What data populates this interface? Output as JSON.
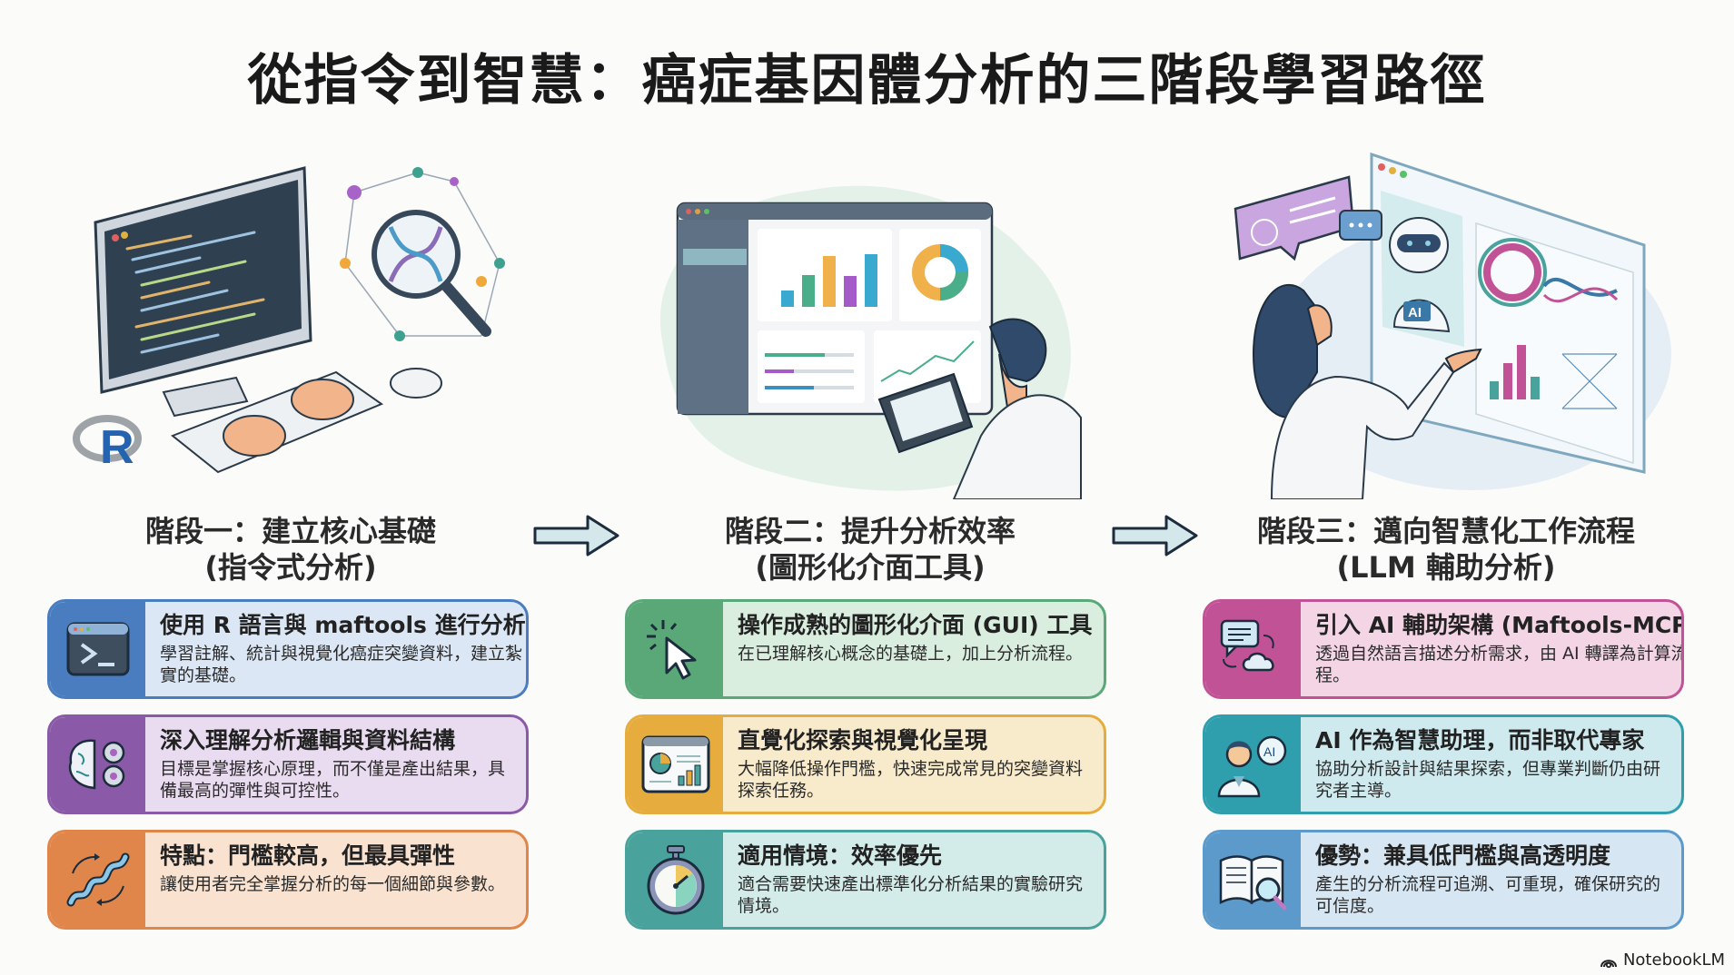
{
  "title": "從指令到智慧：癌症基因體分析的三階段學習路徑",
  "stages": [
    {
      "heading_line1": "階段一：建立核心基礎",
      "heading_line2": "(指令式分析)",
      "illustration_text": "R",
      "cards": [
        {
          "icon": "terminal-icon",
          "title": "使用 R 語言與 maftools 進行分析",
          "desc": "學習註解、統計與視覺化癌症突變資料，建立紮實的基礎。",
          "accent": "#4a7cc0",
          "bg": "#dbe7f4"
        },
        {
          "icon": "brain-gears-icon",
          "title": "深入理解分析邏輯與資料結構",
          "desc": "目標是掌握核心原理，而不僅是產出結果，具備最高的彈性與可控性。",
          "accent": "#8a5aa8",
          "bg": "#eadcf0"
        },
        {
          "icon": "dna-cycle-icon",
          "title": "特點：門檻較高，但最具彈性",
          "desc": "讓使用者完全掌握分析的每一個細節與參數。",
          "accent": "#e0864a",
          "bg": "#f9e3d0"
        }
      ]
    },
    {
      "heading_line1": "階段二：提升分析效率",
      "heading_line2": "(圖形化介面工具)",
      "cards": [
        {
          "icon": "cursor-click-icon",
          "title": "操作成熟的圖形化介面 (GUI) 工具",
          "desc": "在已理解核心概念的基礎上，加上分析流程。",
          "accent": "#5aa878",
          "bg": "#d9eedf"
        },
        {
          "icon": "dashboard-icon",
          "title": "直覺化探索與視覺化呈現",
          "desc": "大幅降低操作門檻，快速完成常見的突變資料探索任務。",
          "accent": "#e6ad3e",
          "bg": "#f8ebcc"
        },
        {
          "icon": "stopwatch-icon",
          "title": "適用情境：效率優先",
          "desc": "適合需要快速產出標準化分析結果的實驗研究情境。",
          "accent": "#4aa29c",
          "bg": "#d3ece9"
        }
      ]
    },
    {
      "heading_line1": "階段三：邁向智慧化工作流程",
      "heading_line2": "(LLM 輔助分析)",
      "illustration_text": "AI",
      "cards": [
        {
          "icon": "chat-cloud-icon",
          "title": "引入 AI 輔助架構 (Maftools-MCP)",
          "desc": "透過自然語言描述分析需求，由 AI 轉譯為計算流程。",
          "accent": "#c25296",
          "bg": "#f3d5e6"
        },
        {
          "icon": "doctor-ai-icon",
          "title": "AI 作為智慧助理，而非取代專家",
          "desc": "協助分析設計與結果探索，但專業判斷仍由研究者主導。",
          "accent": "#2f9fae",
          "bg": "#cfeaee"
        },
        {
          "icon": "book-magnifier-icon",
          "title": "優勢：兼具低門檻與高透明度",
          "desc": "產生的分析流程可追溯、可重現，確保研究的可信度。",
          "accent": "#5b9acb",
          "bg": "#d6e7f3"
        }
      ]
    }
  ],
  "brand": "NotebookLM"
}
